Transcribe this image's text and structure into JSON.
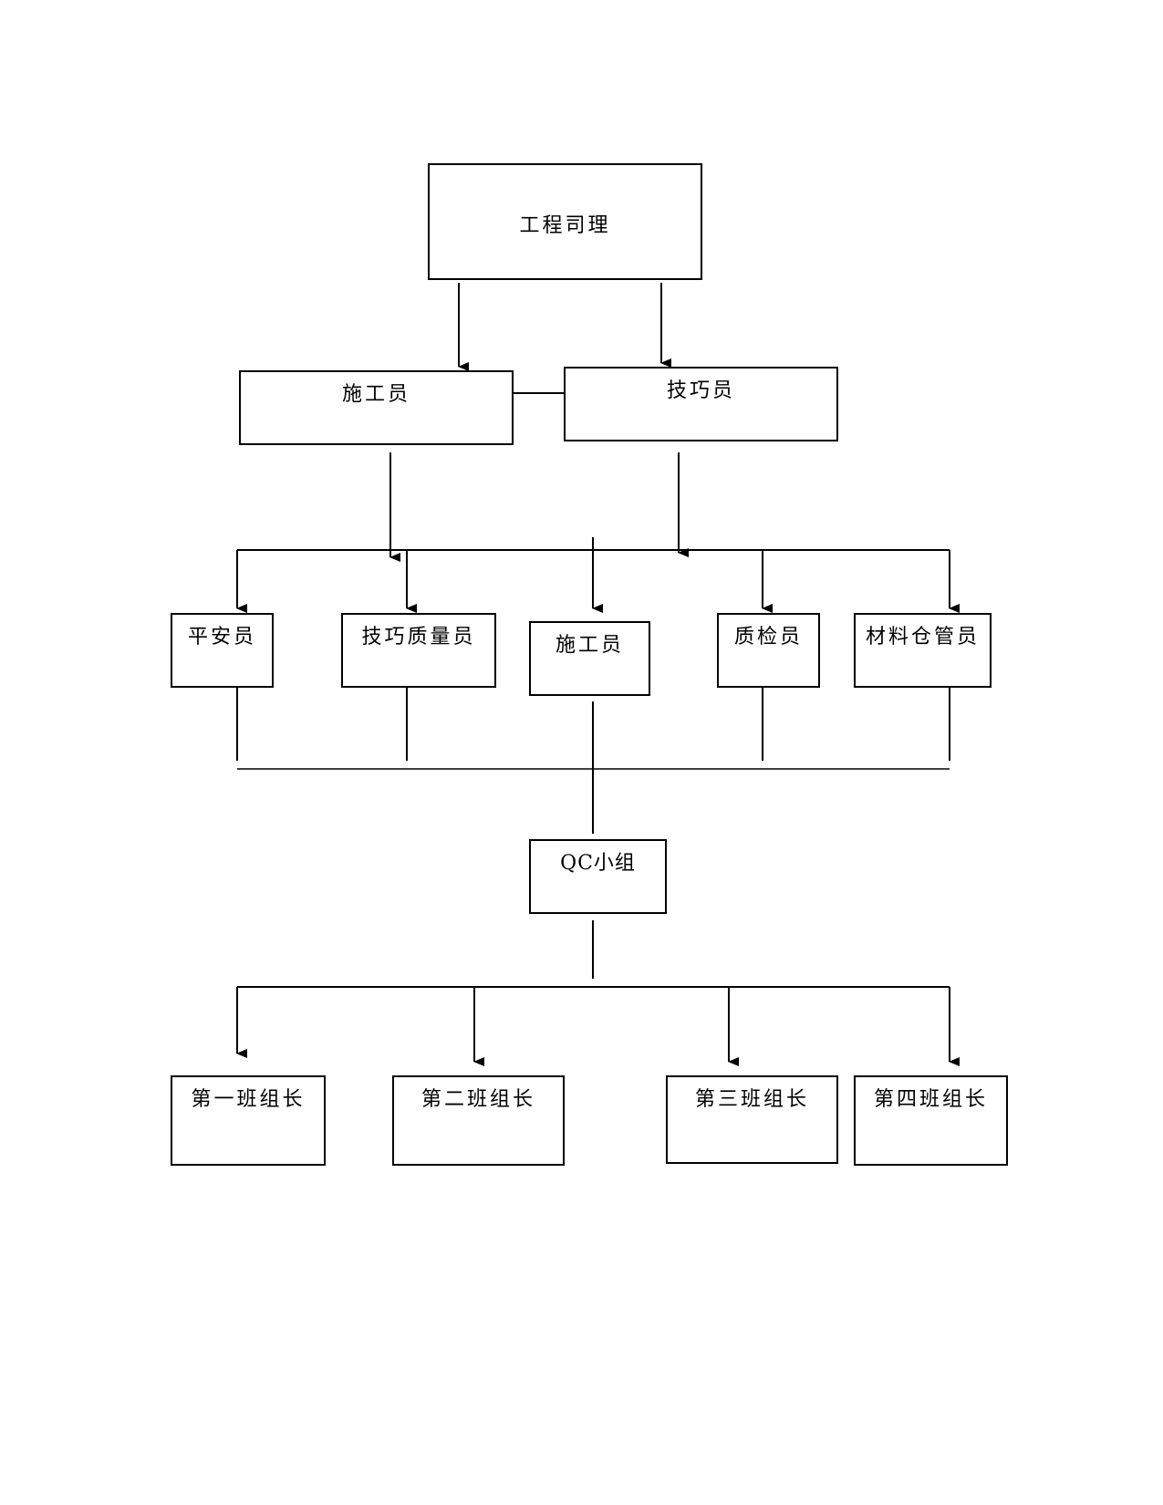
{
  "diagram": {
    "nodes": {
      "manager": "工程司理",
      "constructor_top": "施工员",
      "technician": "技巧员",
      "safety_officer": "平安员",
      "tech_quality_officer": "技巧质量员",
      "constructor_mid": "施工员",
      "quality_inspector": "质检员",
      "material_keeper": "材料仓管员",
      "qc_group": "QC小组",
      "team_leader_1": "第一班组长",
      "team_leader_2": "第二班组长",
      "team_leader_3": "第三班组长",
      "team_leader_4": "第四班组长"
    },
    "edges": [
      {
        "from": "manager",
        "to": "constructor_top",
        "arrow": true
      },
      {
        "from": "manager",
        "to": "technician",
        "arrow": true
      },
      {
        "from": "constructor_top",
        "to": "technician",
        "arrow": false
      },
      {
        "from": "constructor_top",
        "to": "staff_row",
        "arrow": true
      },
      {
        "from": "technician",
        "to": "staff_row",
        "arrow": true
      },
      {
        "from": "staff_row",
        "to": "safety_officer",
        "arrow": true
      },
      {
        "from": "staff_row",
        "to": "tech_quality_officer",
        "arrow": true
      },
      {
        "from": "staff_row",
        "to": "constructor_mid",
        "arrow": true
      },
      {
        "from": "staff_row",
        "to": "quality_inspector",
        "arrow": true
      },
      {
        "from": "staff_row",
        "to": "material_keeper",
        "arrow": true
      },
      {
        "from": "staff_row",
        "to": "qc_group",
        "arrow": false
      },
      {
        "from": "qc_group",
        "to": "team_leader_1",
        "arrow": true
      },
      {
        "from": "qc_group",
        "to": "team_leader_2",
        "arrow": true
      },
      {
        "from": "qc_group",
        "to": "team_leader_3",
        "arrow": true
      },
      {
        "from": "qc_group",
        "to": "team_leader_4",
        "arrow": true
      }
    ],
    "colors": {
      "line": "#000000",
      "box_border": "#000000",
      "background": "#ffffff"
    }
  }
}
